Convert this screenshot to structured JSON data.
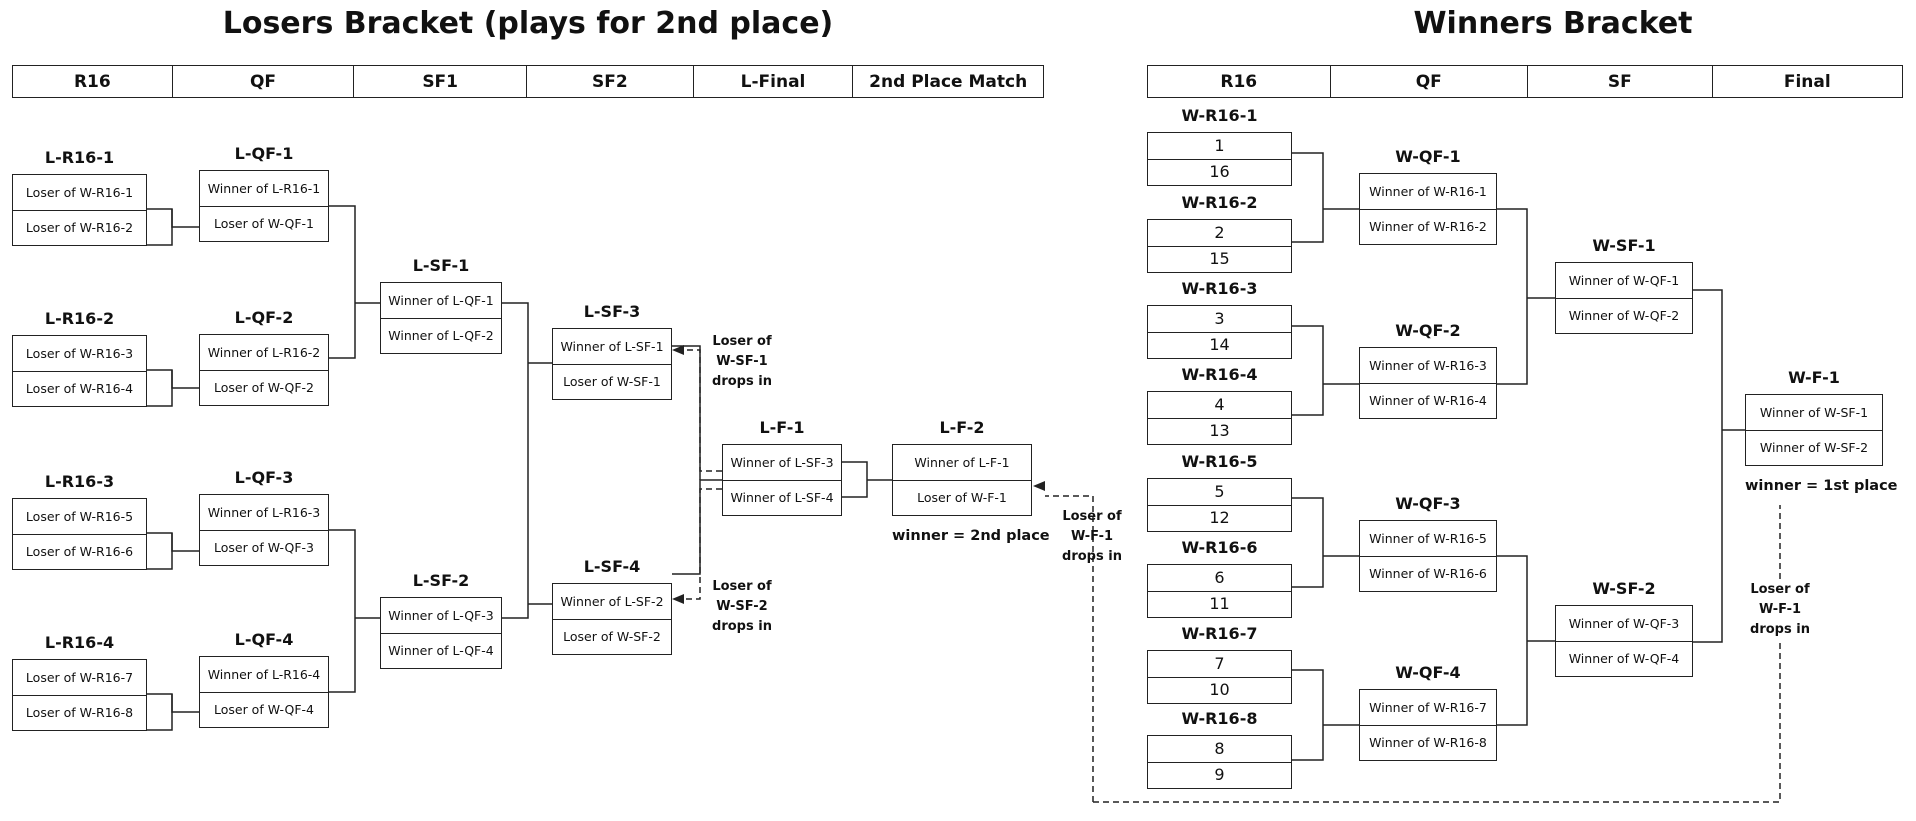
{
  "titles": {
    "losers": "Losers Bracket (plays for 2nd place)",
    "winners": "Winners Bracket"
  },
  "losers_rounds": [
    "R16",
    "QF",
    "SF1",
    "SF2",
    "L-Final",
    "2nd Place Match"
  ],
  "winners_rounds": [
    "R16",
    "QF",
    "SF",
    "Final"
  ],
  "losers_matches": [
    {
      "id": "L-R16-1",
      "slots": [
        "Loser of W-R16-1",
        "Loser of W-R16-2"
      ]
    },
    {
      "id": "L-R16-2",
      "slots": [
        "Loser of W-R16-3",
        "Loser of W-R16-4"
      ]
    },
    {
      "id": "L-R16-3",
      "slots": [
        "Loser of W-R16-5",
        "Loser of W-R16-6"
      ]
    },
    {
      "id": "L-R16-4",
      "slots": [
        "Loser of W-R16-7",
        "Loser of W-R16-8"
      ]
    },
    {
      "id": "L-QF-1",
      "slots": [
        "Winner of L-R16-1",
        "Loser of W-QF-1"
      ]
    },
    {
      "id": "L-QF-2",
      "slots": [
        "Winner of L-R16-2",
        "Loser of W-QF-2"
      ]
    },
    {
      "id": "L-QF-3",
      "slots": [
        "Winner of L-R16-3",
        "Loser of W-QF-3"
      ]
    },
    {
      "id": "L-QF-4",
      "slots": [
        "Winner of L-R16-4",
        "Loser of W-QF-4"
      ]
    },
    {
      "id": "L-SF-1",
      "slots": [
        "Winner of L-QF-1",
        "Winner of L-QF-2"
      ]
    },
    {
      "id": "L-SF-2",
      "slots": [
        "Winner of L-QF-3",
        "Winner of L-QF-4"
      ]
    },
    {
      "id": "L-SF-3",
      "slots": [
        "Winner of L-SF-1",
        "Loser of W-SF-1"
      ]
    },
    {
      "id": "L-SF-4",
      "slots": [
        "Winner of L-SF-2",
        "Loser of W-SF-2"
      ]
    },
    {
      "id": "L-F-1",
      "slots": [
        "Winner of L-SF-3",
        "Winner of L-SF-4"
      ]
    },
    {
      "id": "L-F-2",
      "slots": [
        "Winner of L-F-1",
        "Loser of W-F-1"
      ]
    }
  ],
  "winners_matches": [
    {
      "id": "W-R16-1",
      "slots": [
        "1",
        "16"
      ]
    },
    {
      "id": "W-R16-2",
      "slots": [
        "2",
        "15"
      ]
    },
    {
      "id": "W-R16-3",
      "slots": [
        "3",
        "14"
      ]
    },
    {
      "id": "W-R16-4",
      "slots": [
        "4",
        "13"
      ]
    },
    {
      "id": "W-R16-5",
      "slots": [
        "5",
        "12"
      ]
    },
    {
      "id": "W-R16-6",
      "slots": [
        "6",
        "11"
      ]
    },
    {
      "id": "W-R16-7",
      "slots": [
        "7",
        "10"
      ]
    },
    {
      "id": "W-R16-8",
      "slots": [
        "8",
        "9"
      ]
    },
    {
      "id": "W-QF-1",
      "slots": [
        "Winner of W-R16-1",
        "Winner of W-R16-2"
      ]
    },
    {
      "id": "W-QF-2",
      "slots": [
        "Winner of W-R16-3",
        "Winner of W-R16-4"
      ]
    },
    {
      "id": "W-QF-3",
      "slots": [
        "Winner of W-R16-5",
        "Winner of W-R16-6"
      ]
    },
    {
      "id": "W-QF-4",
      "slots": [
        "Winner of W-R16-7",
        "Winner of W-R16-8"
      ]
    },
    {
      "id": "W-SF-1",
      "slots": [
        "Winner of W-QF-1",
        "Winner of W-QF-2"
      ]
    },
    {
      "id": "W-SF-2",
      "slots": [
        "Winner of W-QF-3",
        "Winner of W-QF-4"
      ]
    },
    {
      "id": "W-F-1",
      "slots": [
        "Winner of W-SF-1",
        "Winner of W-SF-2"
      ]
    }
  ],
  "notes": {
    "sf1_drop": [
      "Loser of",
      "W-SF-1",
      "drops in"
    ],
    "sf2_drop": [
      "Loser of",
      "W-SF-2",
      "drops in"
    ],
    "f1_drop_left": [
      "Loser of",
      "W-F-1",
      "drops in"
    ],
    "f1_drop_right": [
      "Loser of",
      "W-F-1",
      "drops in"
    ]
  },
  "footers": {
    "second_place": "winner = 2nd place",
    "first_place": "winner = 1st place"
  }
}
